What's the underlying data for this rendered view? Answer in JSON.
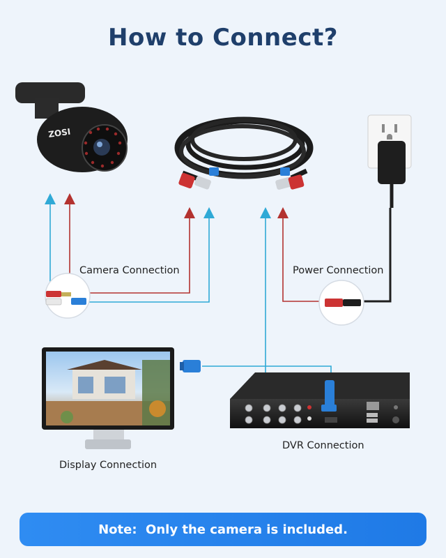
{
  "title": "How to Connect?",
  "labels": {
    "camera_connection": "Camera Connection",
    "power_connection": "Power Connection",
    "display_connection": "Display Connection",
    "dvr_connection": "DVR Connection"
  },
  "note": "Note:  Only the camera is included.",
  "camera_brand": "ZOSI",
  "colors": {
    "background": "#eef4fb",
    "title": "#1f3f6b",
    "cyan_line": "#2fa9d6",
    "red_line": "#b3322f",
    "note_bg": "#2f8cf2"
  }
}
